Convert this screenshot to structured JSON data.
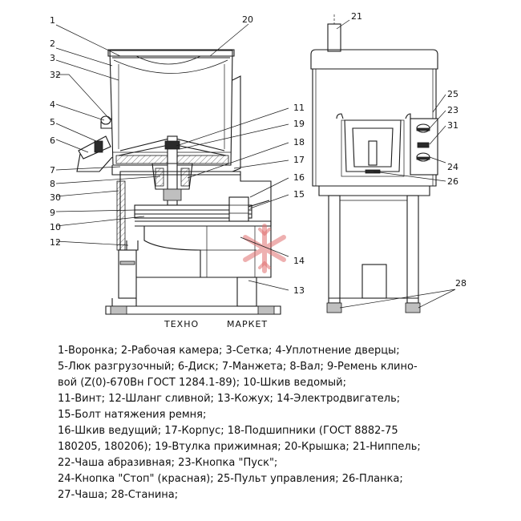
{
  "callouts": [
    "1",
    "2",
    "3",
    "32",
    "4",
    "5",
    "6",
    "7",
    "8",
    "30",
    "9",
    "10",
    "12",
    "20",
    "11",
    "19",
    "18",
    "17",
    "16",
    "15",
    "14",
    "13",
    "21",
    "25",
    "23",
    "31",
    "24",
    "26",
    "28"
  ],
  "watermark": {
    "part1": "ТЕХНО",
    "part2": "МАРКЕТ",
    "color1": "#c8c8c8",
    "color2": "#f4b9b9",
    "snowflake_color": "#e07070"
  },
  "legend": [
    "1-Воронка; 2-Рабочая камера; 3-Сетка; 4-Уплотнение дверцы;",
    "5-Люк разгрузочный; 6-Диск; 7-Манжета; 8-Вал; 9-Ремень клино-",
    "вой (Z(0)-670Вн ГОСТ 1284.1-89); 10-Шкив ведомый;",
    "11-Винт; 12-Шланг сливной; 13-Кожух; 14-Электродвигатель;",
    "15-Болт натяжения ремня;",
    "16-Шкив ведущий; 17-Корпус; 18-Подшипники (ГОСТ 8882-75",
    "180205, 180206); 19-Втулка прижимная; 20-Крышка; 21-Ниппель;",
    "22-Чаша абразивная; 23-Кнопка \"Пуск\";",
    "24-Кнопка \"Стоп\" (красная); 25-Пульт управления; 26-Планка;",
    "27-Чаша; 28-Станина;"
  ]
}
